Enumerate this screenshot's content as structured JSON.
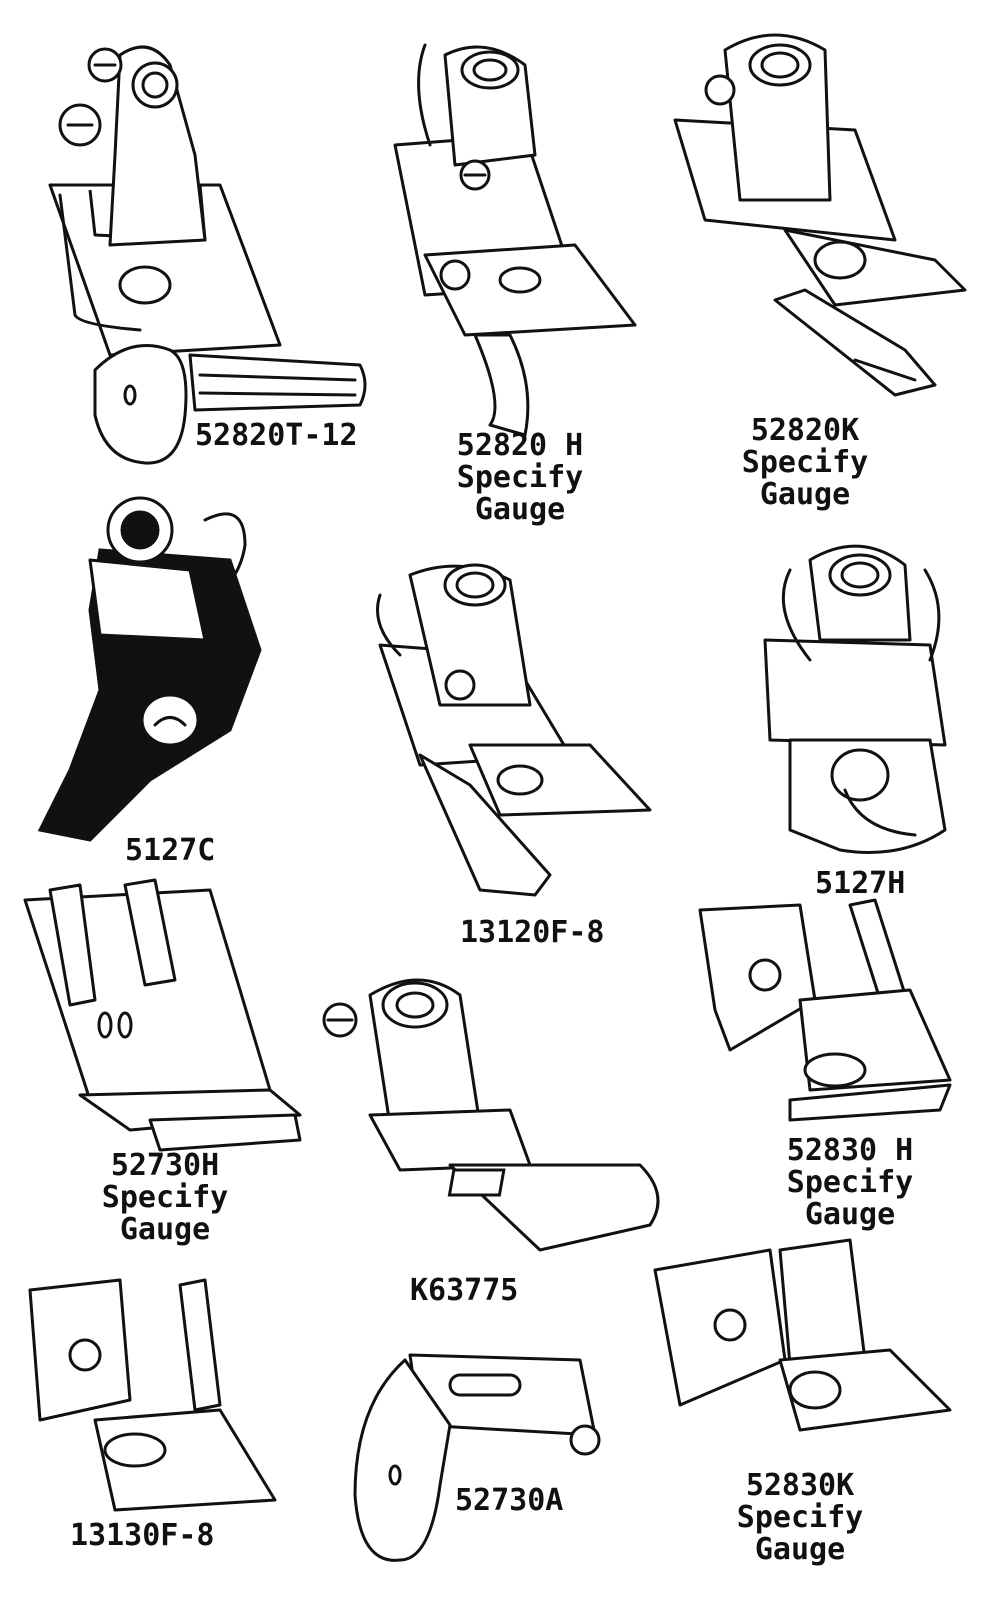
{
  "parts": [
    {
      "id": "52820T-12",
      "lines": [
        "52820T-12"
      ]
    },
    {
      "id": "52820H",
      "lines": [
        "52820 H",
        "Specify",
        "Gauge"
      ]
    },
    {
      "id": "52820K",
      "lines": [
        "52820K",
        "Specify",
        "Gauge"
      ]
    },
    {
      "id": "5127C",
      "lines": [
        "5127C"
      ]
    },
    {
      "id": "13120F-8",
      "lines": [
        "13120F-8"
      ]
    },
    {
      "id": "5127H",
      "lines": [
        "5127H"
      ]
    },
    {
      "id": "52730H",
      "lines": [
        "52730H",
        "Specify",
        "Gauge"
      ]
    },
    {
      "id": "K63775",
      "lines": [
        "K63775"
      ]
    },
    {
      "id": "52830H",
      "lines": [
        "52830 H",
        "Specify",
        "Gauge"
      ]
    },
    {
      "id": "13130F-8",
      "lines": [
        "13130F-8"
      ]
    },
    {
      "id": "52730A",
      "lines": [
        "52730A"
      ]
    },
    {
      "id": "52830K",
      "lines": [
        "52830K",
        "Specify",
        "Gauge"
      ]
    }
  ],
  "icons": [
    "presser-foot-with-roller-icon",
    "presser-foot-hinged-icon",
    "presser-foot-compensating-icon",
    "presser-foot-black-icon",
    "presser-foot-slotted-icon",
    "presser-foot-spring-icon",
    "guide-plate-icon",
    "presser-foot-standard-icon",
    "cording-foot-right-icon",
    "cording-foot-left-icon",
    "disc-guide-icon",
    "cording-foot-right-k-icon"
  ]
}
